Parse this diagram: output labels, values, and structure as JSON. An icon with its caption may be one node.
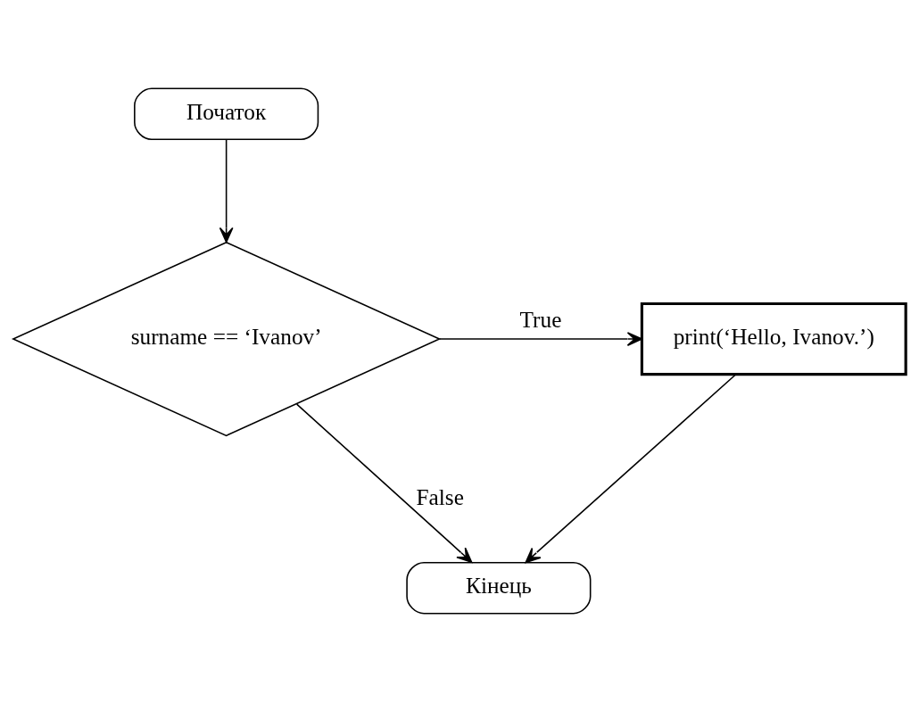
{
  "diagram": {
    "nodes": [
      {
        "text": [
          "Початок"
        ]
      },
      {
        "text": [
          "surname == ‘Ivanov’"
        ]
      },
      {
        "text": [
          "print(‘Hello, Ivanov.’)"
        ]
      },
      {
        "text": [
          "Кінець"
        ]
      }
    ],
    "edges": [
      {
        "from": 0,
        "to": 1,
        "arrow": "to"
      },
      {
        "from": 1,
        "to": 2,
        "arrow": "to",
        "label": "True"
      },
      {
        "from": 1,
        "to": 3,
        "arrow": "to",
        "label": "False"
      },
      {
        "from": 2,
        "to": 3,
        "arrow": "to"
      }
    ]
  }
}
